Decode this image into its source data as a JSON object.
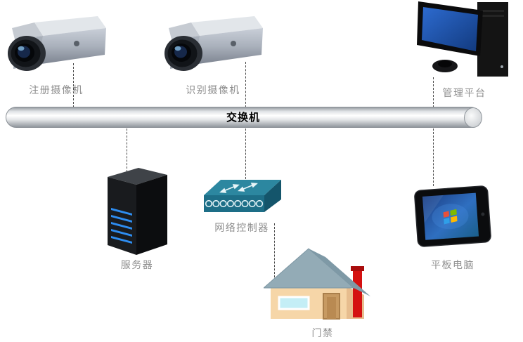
{
  "nodes": {
    "register_camera": {
      "label": "注册摄像机",
      "icon": "box-camera-icon"
    },
    "recognition_camera": {
      "label": "识别摄像机",
      "icon": "box-camera-icon"
    },
    "management_platform": {
      "label": "管理平台",
      "icon": "desktop-computer-icon"
    },
    "switch": {
      "label": "交换机",
      "icon": "pipe-bus"
    },
    "server": {
      "label": "服务器",
      "icon": "server-tower-icon"
    },
    "network_controller": {
      "label": "网络控制器",
      "icon": "network-switch-icon"
    },
    "tablet": {
      "label": "平板电脑",
      "icon": "tablet-icon"
    },
    "access_control": {
      "label": "门禁",
      "icon": "house-icon"
    }
  },
  "connections": [
    {
      "from": "register_camera",
      "to": "switch"
    },
    {
      "from": "recognition_camera",
      "to": "switch"
    },
    {
      "from": "management_platform",
      "to": "switch"
    },
    {
      "from": "switch",
      "to": "server"
    },
    {
      "from": "switch",
      "to": "network_controller"
    },
    {
      "from": "switch",
      "to": "tablet"
    },
    {
      "from": "network_controller",
      "to": "access_control"
    }
  ],
  "colors": {
    "label_text": "#8e8e8e",
    "switch_label_text": "#000000",
    "connector_line": "#4a4a4a",
    "pipe_fill_light": "#ffffff",
    "pipe_fill_dark": "#979da3",
    "controller_top": "#2c87a0",
    "controller_front": "#1d6e87",
    "server_led_blue": "#2e8df0",
    "monitor_screen_blue": "#1e55b0",
    "tablet_screen_blue": "#1c3f86",
    "house_wall": "#f6d6a8",
    "house_roof": "#93abb6",
    "house_chimney_red": "#d51111"
  }
}
